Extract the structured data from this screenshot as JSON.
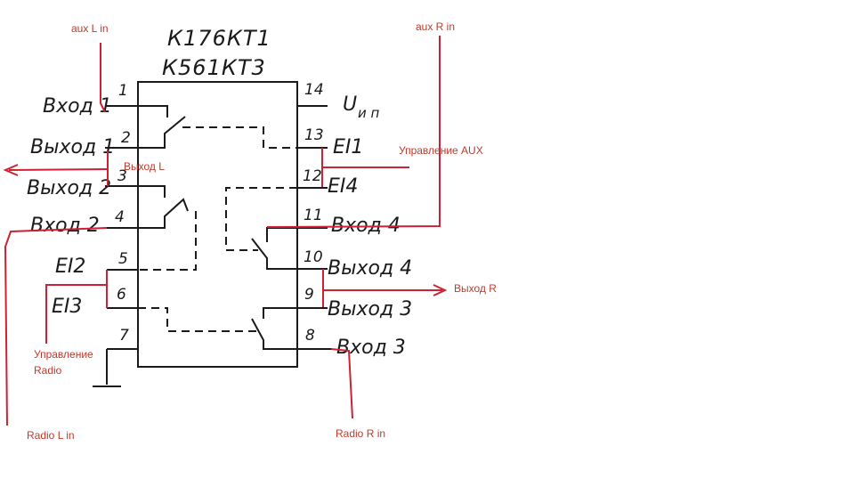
{
  "chip": {
    "name_1": "К176КТ1",
    "name_2": "К561КТ3"
  },
  "pins_left": [
    {
      "num": "1",
      "label": "Вход 1"
    },
    {
      "num": "2",
      "label": "Выход 1"
    },
    {
      "num": "3",
      "label": "Выход 2"
    },
    {
      "num": "4",
      "label": "Вход 2"
    },
    {
      "num": "5",
      "label": "EI2"
    },
    {
      "num": "6",
      "label": "EI3"
    },
    {
      "num": "7",
      "label": ""
    }
  ],
  "pins_right": [
    {
      "num": "14",
      "label": "U"
    },
    {
      "num": "13",
      "label": "EI1"
    },
    {
      "num": "12",
      "label": "EI4"
    },
    {
      "num": "11",
      "label": "Вход 4"
    },
    {
      "num": "10",
      "label": "Выход 4"
    },
    {
      "num": "9",
      "label": "Выход 3"
    },
    {
      "num": "8",
      "label": "Вход 3"
    }
  ],
  "supply_subscript": "и п",
  "annotations": {
    "aux_l_in": "aux L in",
    "aux_r_in": "aux R in",
    "out_l": "Выход L",
    "ctrl_aux": "Управление AUX",
    "out_r": "Выход R",
    "ctrl_radio_1": "Управление",
    "ctrl_radio_2": "Radio",
    "radio_l_in": "Radio L in",
    "radio_r_in": "Radio R in"
  },
  "colors": {
    "ink": "#1a1a1a",
    "annotation": "#c0392b",
    "wire": "#cc2233"
  }
}
